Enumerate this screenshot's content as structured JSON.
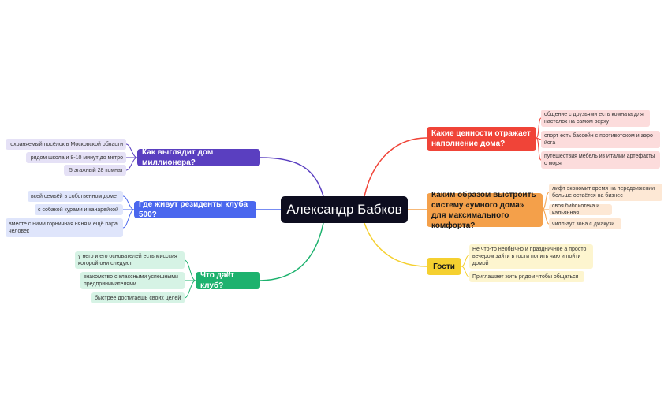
{
  "center": "Александр Бабков",
  "branches": {
    "house": {
      "title": "Как выглядит дом миллионера?",
      "leaves": [
        "охраняемый посёлок в Московской области",
        "рядом школа и 8-10 минут до метро",
        "5 этажный 28 комнат"
      ]
    },
    "residents": {
      "title": "Где живут резиденты клуба 500?",
      "leaves": [
        "всей семьёй в собственном доме",
        "с собакой курами и канарейкой",
        "вместе с ними горничная няня и ещё пара человек"
      ]
    },
    "club": {
      "title": "Что даёт клуб?",
      "leaves": [
        "у него и его основателей есть мисссия которой они следуют",
        "знакомство с классными успешными предпринимателями",
        "быстрее достигаешь своих целей"
      ]
    },
    "values": {
      "title": "Какие ценности отражает наполнение дома?",
      "leaves": [
        "общение с друзьями есть комната для настолок на самом верху",
        "спорт есть бассейн с противотоком и аэро йога",
        "путешествия мебель из Италии артефакты с моря"
      ]
    },
    "smart": {
      "title": "Каким образом выстроить систему «умного дома» для максимального комфорта?",
      "leaves": [
        "лифт экономит время на передвижении больше остаётся на бизнес",
        "своя библиотека и кальянная",
        "чилл-аут зона с джакузи"
      ]
    },
    "guests": {
      "title": "Гости",
      "leaves": [
        "Не что-то необычно и праздничное а просто вечером зайти в гости попить чаю и пойти домой",
        "Приглашает жить рядом чтобы общаться"
      ]
    }
  },
  "colors": {
    "purple": "#5a3fc0",
    "blue": "#4a67ee",
    "green": "#1db26e",
    "red": "#f04438",
    "orange": "#f4a04a",
    "yellow": "#f5d030",
    "center": "#0d0d1f"
  }
}
